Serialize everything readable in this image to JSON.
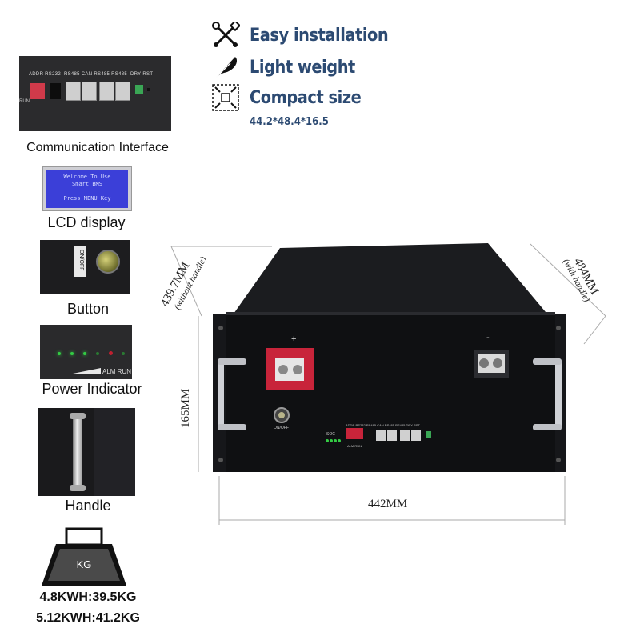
{
  "features": [
    {
      "label": "Easy installation",
      "icon": "tools-icon"
    },
    {
      "label": "Light weight",
      "icon": "feather-icon"
    },
    {
      "label": "Compact size",
      "icon": "compact-size-icon"
    }
  ],
  "compact_dims": "44.2*48.4*16.5",
  "left_panels": {
    "comm": {
      "caption": "Communication Interface",
      "port_labels": [
        "ADDR",
        "RS232",
        "RS485",
        "CAN",
        "RS485",
        "RS485",
        "DRY",
        "RST"
      ],
      "run_label": "RUN"
    },
    "lcd": {
      "caption": "LCD display",
      "line1": "Welcome To Use",
      "line2": "Smart BMS",
      "line3": "Press MENU Key"
    },
    "button": {
      "caption": "Button",
      "switch_label": "ON/OFF"
    },
    "power": {
      "caption": "Power Indicator",
      "alm_label": "ALM RUN"
    },
    "handle": {
      "caption": "Handle"
    },
    "weight": {
      "badge": "KG",
      "line1": "4.8KWH:39.5KG",
      "line2": "5.12KWH:41.2KG"
    }
  },
  "dimensions": {
    "depth": "439.7MM",
    "depth_note": "(without handle)",
    "depth_handle": "484MM",
    "depth_handle_note": "(with handle)",
    "height": "165MM",
    "width": "442MM"
  },
  "battery": {
    "plus_sign": "+",
    "minus_sign": "-",
    "onoff_label": "ON/OFF",
    "soc_label": "SOC",
    "alm_label": "ALM RUN",
    "port_labels": [
      "ADDR",
      "RS232",
      "RS485",
      "CAN",
      "RS485",
      "RS485",
      "DRY",
      "RST"
    ]
  },
  "colors": {
    "feature_text": "#2c4a72",
    "lcd_blue": "#3b3fd8",
    "terminal_red": "#c8243a",
    "led_green": "#33cc44"
  }
}
